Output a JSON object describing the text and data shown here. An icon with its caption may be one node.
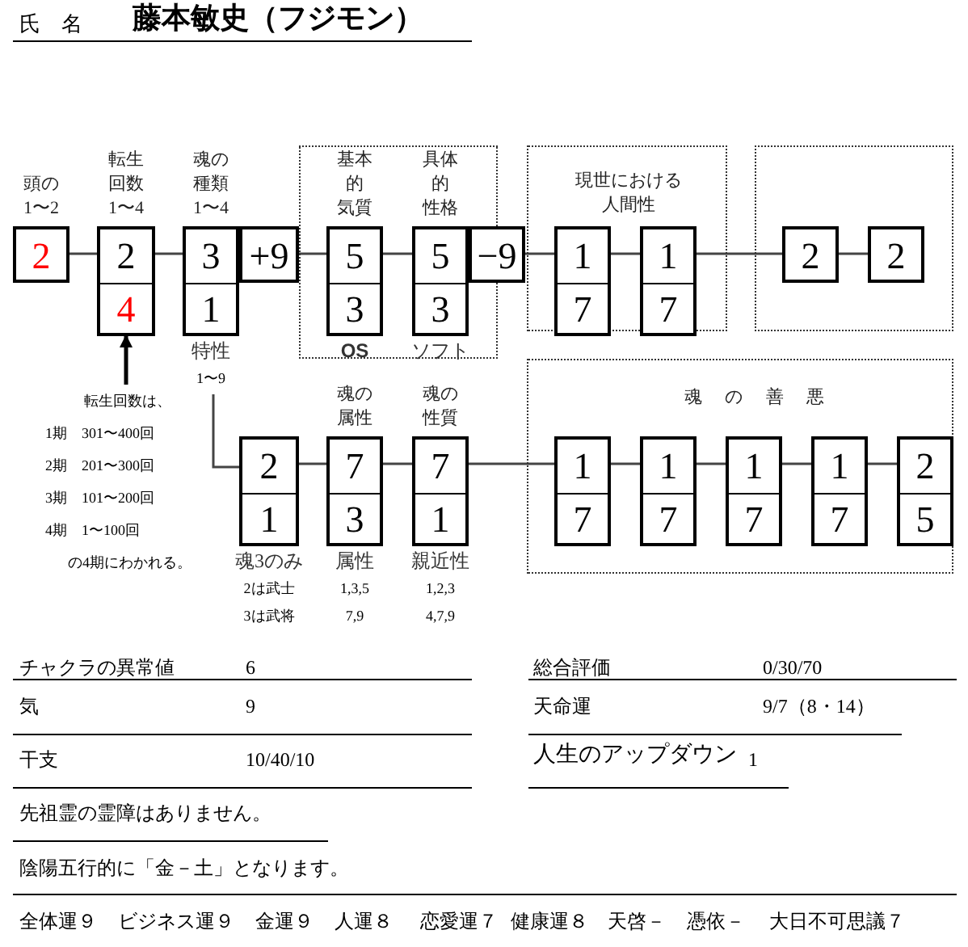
{
  "diagram": {
    "title": "藤本敏史（フジモン）",
    "nodes": [
      {
        "text": [
          "頭の1〜2",
          "2"
        ]
      },
      {
        "text": [
          "転生回数1〜4",
          "2",
          "4"
        ]
      },
      {
        "text": [
          "魂の種類1〜4",
          "3",
          "1"
        ],
        "beside": [
          "特性",
          "1〜9"
        ]
      },
      {
        "text": [
          "+9"
        ]
      },
      {
        "text": [],
        "shape": "box"
      },
      {
        "text": [
          "基本的気質",
          "5",
          "3"
        ],
        "beside": [
          "OS"
        ],
        "in": 4
      },
      {
        "text": [
          "具体的性格",
          "5",
          "3"
        ],
        "beside": [
          "ソフト"
        ],
        "in": 4
      },
      {
        "text": [
          "−9"
        ]
      },
      {
        "text": [
          "現世における人間性"
        ]
      },
      {
        "text": [
          "1",
          "7"
        ],
        "in": 8
      },
      {
        "text": [
          "1",
          "7"
        ],
        "in": 8
      },
      {
        "text": [],
        "shape": "box"
      },
      {
        "text": [
          "2"
        ],
        "in": 11
      },
      {
        "text": [
          "2"
        ],
        "in": 11
      },
      {
        "text": [
          "魂の善悪"
        ]
      },
      {
        "text": [
          "2",
          "1"
        ],
        "beside": [
          "魂3のみ",
          "2は武士",
          "3は武将"
        ]
      },
      {
        "text": [
          "魂の属性",
          "7",
          "3"
        ],
        "beside": [
          "属性",
          "1,3,5",
          "7,9"
        ]
      },
      {
        "text": [
          "魂の性質",
          "7",
          "1"
        ],
        "beside": [
          "親近性",
          "1,2,3",
          "4,7,9"
        ]
      },
      {
        "text": [
          "1",
          "7"
        ],
        "in": 14
      },
      {
        "text": [
          "1",
          "7"
        ],
        "in": 14
      },
      {
        "text": [
          "1",
          "7"
        ],
        "in": 14
      },
      {
        "text": [
          "1",
          "7"
        ],
        "in": 14
      },
      {
        "text": [
          "2",
          "5"
        ],
        "in": 14
      },
      {
        "text": [
          "転生回数は、",
          "1期　301〜400回",
          "2期　201〜300回",
          "3期　101〜200回",
          "4期　1〜100回",
          "の4期にわかれる。"
        ]
      }
    ],
    "edges": [
      {
        "from": 0,
        "to": 1,
        "arrow": "none"
      },
      {
        "from": 1,
        "to": 2,
        "arrow": "none"
      },
      {
        "from": 3,
        "to": 5,
        "arrow": "none"
      },
      {
        "from": 5,
        "to": 6,
        "arrow": "none"
      },
      {
        "from": 7,
        "to": 9,
        "arrow": "none"
      },
      {
        "from": 9,
        "to": 10,
        "arrow": "none"
      },
      {
        "from": 10,
        "to": 12,
        "arrow": "none"
      },
      {
        "from": 12,
        "to": 13,
        "arrow": "none"
      },
      {
        "from": 2,
        "to": 15,
        "arrow": "none"
      },
      {
        "from": 15,
        "to": 16,
        "arrow": "none"
      },
      {
        "from": 16,
        "to": 17,
        "arrow": "none"
      },
      {
        "from": 17,
        "to": 18,
        "arrow": "none"
      },
      {
        "from": 18,
        "to": 19,
        "arrow": "none"
      },
      {
        "from": 19,
        "to": 20,
        "arrow": "none"
      },
      {
        "from": 20,
        "to": 21,
        "arrow": "none"
      },
      {
        "from": 21,
        "to": 22,
        "arrow": "none"
      },
      {
        "from": 23,
        "to": 1,
        "arrow": "to"
      }
    ],
    "labels": [
      "氏　名",
      "チャクラの異常値",
      "6",
      "総合評価",
      "0/30/70",
      "気",
      "9",
      "天命運",
      "9/7（8・14）",
      "干支",
      "10/40/10",
      "人生のアップダウン",
      "1",
      "先祖霊の霊障はありません。",
      "陰陽五行的に「金－土」となります。",
      "全体運９",
      "ビジネス運９",
      "金運９",
      "人運８",
      "恋愛運７",
      "健康運８",
      "天啓－",
      "憑依－",
      "大日不可思議７"
    ]
  }
}
